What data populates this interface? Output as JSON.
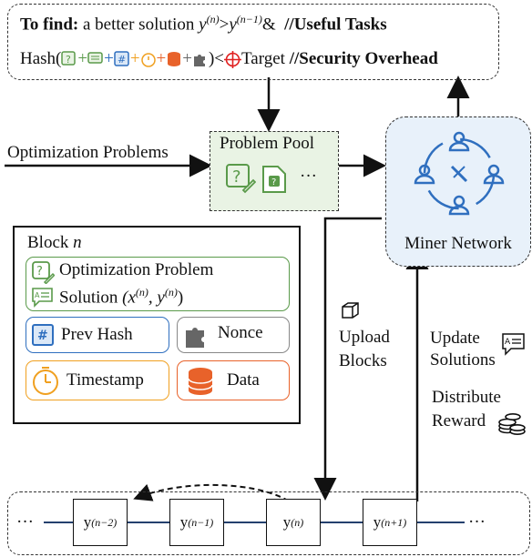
{
  "top_box": {
    "line1_bold": "To find:",
    "line1_text": "a better solution",
    "line1_expr_a": "y",
    "line1_sup_a": "(n)",
    "line1_gt": ">",
    "line1_expr_b": "y",
    "line1_sup_b": "(n−1)",
    "line1_amp": "&",
    "line1_comment": "//Useful Tasks",
    "line2_prefix": "Hash(",
    "line2_plus": "+",
    "line2_suffix": ")<",
    "line2_target": "Target",
    "line2_comment": "//Security Overhead"
  },
  "problem_pool": {
    "title": "Problem Pool",
    "ellipsis": "···"
  },
  "input_label": "Optimization Problems",
  "miner_network": {
    "label": "Miner Network"
  },
  "block": {
    "title": "Block",
    "title_var": "n",
    "problem": "Optimization Problem",
    "solution": "Solution",
    "solution_expr": "(x",
    "sup_x": "(n)",
    "solution_mid": ", y",
    "sup_y": "(n)",
    "solution_end": ")",
    "prev_hash": "Prev Hash",
    "nonce": "Nonce",
    "timestamp": "Timestamp",
    "data": "Data"
  },
  "upload": {
    "line1": "Upload",
    "line2": "Blocks"
  },
  "update": {
    "line1": "Update",
    "line2": "Solutions"
  },
  "distribute": {
    "line1": "Distribute",
    "line2": "Reward"
  },
  "chain": {
    "left_ellipsis": "···",
    "right_ellipsis": "···",
    "blocks": [
      {
        "base": "y",
        "sup": "(n−2)"
      },
      {
        "base": "y",
        "sup": "(n−1)"
      },
      {
        "base": "y",
        "sup": "(n)"
      },
      {
        "base": "y",
        "sup": "(n+1)"
      }
    ]
  },
  "colors": {
    "green": "#5a9a4a",
    "green_fill": "#e9f3e4",
    "blue": "#2f6fbf",
    "orange": "#f0a020",
    "red_orange": "#e8622a",
    "gray": "#666666",
    "red": "#e02020",
    "miner_fill": "#e8f1fa"
  }
}
